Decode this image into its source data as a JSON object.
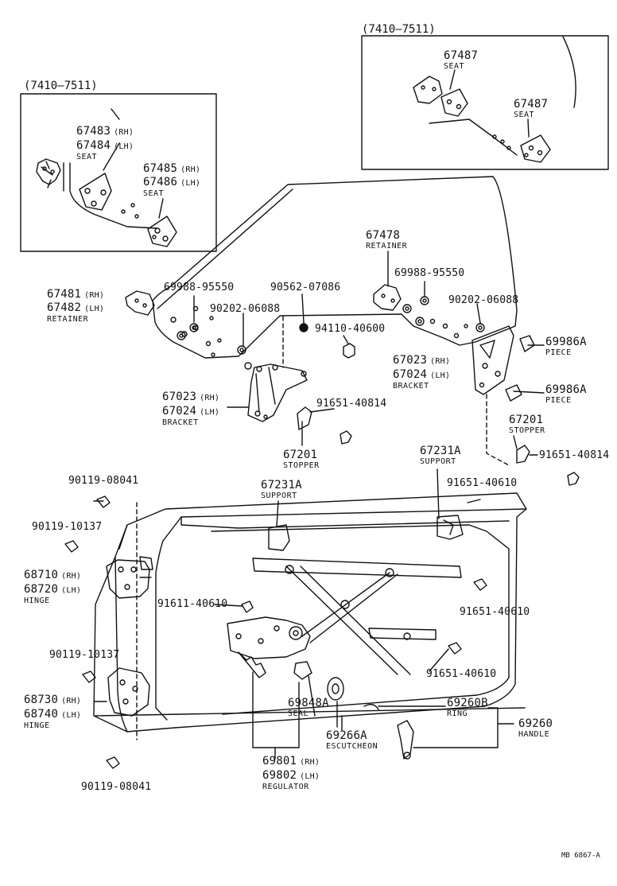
{
  "insets": {
    "left": {
      "range": "(7410–7511)"
    },
    "right": {
      "range": "(7410–7511)"
    }
  },
  "labels": {
    "p67487_a": {
      "part": "67487",
      "name": "SEAT"
    },
    "p67487_b": {
      "part": "67487",
      "name": "SEAT"
    },
    "p67483": {
      "part": "67483",
      "side": "(RH)"
    },
    "p67484": {
      "part": "67484",
      "side": "(LH)",
      "name": "SEAT"
    },
    "p67485": {
      "part": "67485",
      "side": "(RH)"
    },
    "p67486": {
      "part": "67486",
      "side": "(LH)",
      "name": "SEAT"
    },
    "p67478": {
      "part": "67478",
      "name": "RETAINER"
    },
    "p69988_r": {
      "part": "69988-95550"
    },
    "p69988_l": {
      "part": "69988-95550"
    },
    "p90202_r": {
      "part": "90202-06088"
    },
    "p90202_l": {
      "part": "90202-06088"
    },
    "p90562": {
      "part": "90562-07086"
    },
    "p94110": {
      "part": "94110-40600"
    },
    "p67481": {
      "part": "67481",
      "side": "(RH)"
    },
    "p67482": {
      "part": "67482",
      "side": "(LH)",
      "name": "RETAINER"
    },
    "p69986_a": {
      "part": "69986A",
      "name": "PIECE"
    },
    "p69986_b": {
      "part": "69986A",
      "name": "PIECE"
    },
    "p67023_r": {
      "part": "67023",
      "side": "(RH)"
    },
    "p67024_r": {
      "part": "67024",
      "side": "(LH)",
      "name": "BRACKET"
    },
    "p67023_l": {
      "part": "67023",
      "side": "(RH)"
    },
    "p67024_l": {
      "part": "67024",
      "side": "(LH)",
      "name": "BRACKET"
    },
    "p91651_40814_a": {
      "part": "91651-40814"
    },
    "p91651_40814_b": {
      "part": "91651-40814"
    },
    "p67201_r": {
      "part": "67201",
      "name": "STOPPER"
    },
    "p67201_l": {
      "part": "67201",
      "name": "STOPPER"
    },
    "p67231_r": {
      "part": "67231A",
      "name": "SUPPORT"
    },
    "p67231_l": {
      "part": "67231A",
      "name": "SUPPORT"
    },
    "p90119_08041_top": {
      "part": "90119-08041"
    },
    "p91651_40610_a": {
      "part": "91651-40610"
    },
    "p90119_10137_top": {
      "part": "90119-10137"
    },
    "p68710": {
      "part": "68710",
      "side": "(RH)"
    },
    "p68720": {
      "part": "68720",
      "side": "(LH)",
      "name": "HINGE"
    },
    "p91611": {
      "part": "91611-40610"
    },
    "p91651_40610_b": {
      "part": "91651-40610"
    },
    "p91651_40610_c": {
      "part": "91651-40610"
    },
    "p90119_10137_bot": {
      "part": "90119-10137"
    },
    "p68730": {
      "part": "68730",
      "side": "(RH)"
    },
    "p68740": {
      "part": "68740",
      "side": "(LH)",
      "name": "HINGE"
    },
    "p69848": {
      "part": "69848A",
      "name": "SEAL"
    },
    "p69260B": {
      "part": "69260B",
      "name": "RING"
    },
    "p69260": {
      "part": "69260",
      "name": "HANDLE"
    },
    "p69266": {
      "part": "69266A",
      "name": "ESCUTCHEON"
    },
    "p69801": {
      "part": "69801",
      "side": "(RH)"
    },
    "p69802": {
      "part": "69802",
      "side": "(LH)",
      "name": "REGULATOR"
    },
    "p90119_08041_bot": {
      "part": "90119-08041"
    }
  },
  "footer": {
    "code": "MB 6867-A"
  }
}
